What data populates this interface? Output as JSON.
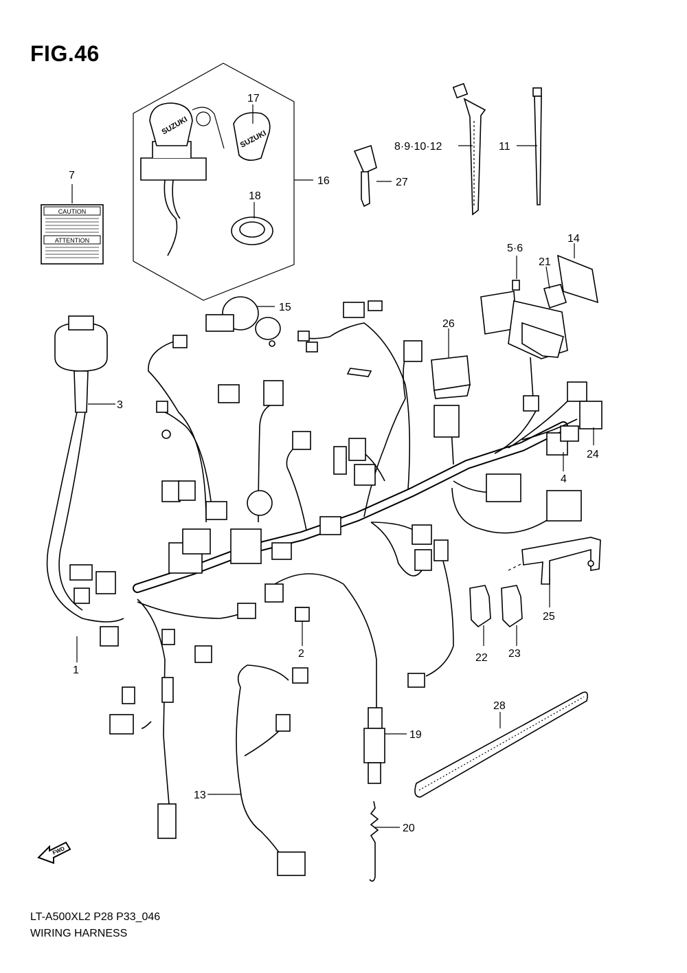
{
  "figure_title": "FIG.46",
  "footer": {
    "model_code": "LT-A500XL2 P28 P33_046",
    "section_name": "WIRING HARNESS"
  },
  "caution_label": {
    "top": "CAUTION",
    "bottom": "ATTENTION"
  },
  "brand_on_key": "SUZUKI",
  "fwd_marker": "FWD",
  "callouts": {
    "c1": "1",
    "c2": "2",
    "c3": "3",
    "c4": "4",
    "c56": "5·6",
    "c7": "7",
    "c891012": "8·9·10·12",
    "c11": "11",
    "c13": "13",
    "c14": "14",
    "c15": "15",
    "c16": "16",
    "c17": "17",
    "c18": "18",
    "c19": "19",
    "c20": "20",
    "c21": "21",
    "c22": "22",
    "c23": "23",
    "c24": "24",
    "c25": "25",
    "c26": "26",
    "c27": "27",
    "c28": "28"
  }
}
